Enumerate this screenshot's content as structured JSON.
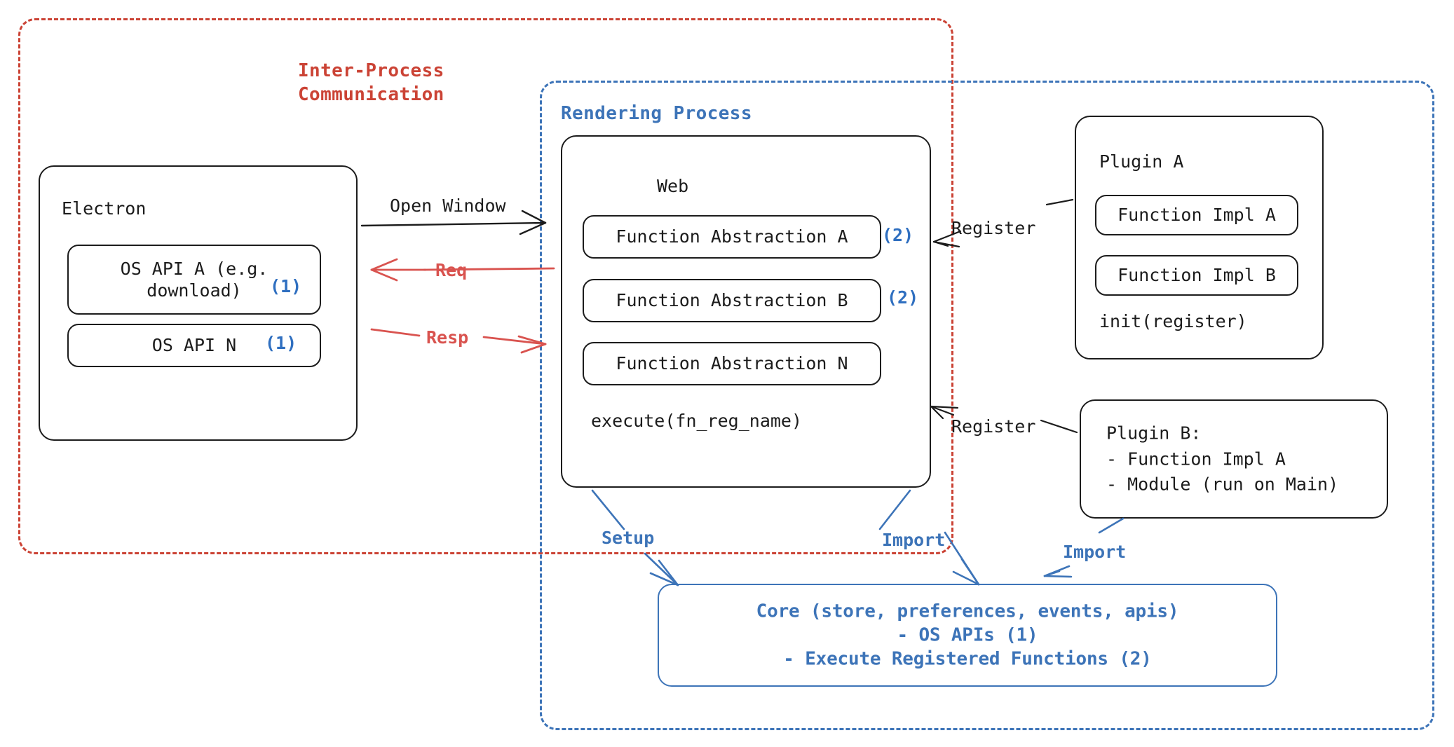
{
  "regions": {
    "ipc": {
      "label": "Inter-Process\nCommunication",
      "color": "#cb4335"
    },
    "rendering": {
      "label": "Rendering Process",
      "color": "#3d74b8"
    }
  },
  "electron": {
    "title": "Electron",
    "apis": [
      {
        "label": "OS API A (e.g.\ndownload)",
        "marker": "(1)"
      },
      {
        "label": "OS API N",
        "marker": "(1)"
      }
    ]
  },
  "web": {
    "title": "Web",
    "abstractions": [
      {
        "label": "Function Abstraction A",
        "marker": "(2)"
      },
      {
        "label": "Function Abstraction B",
        "marker": "(2)"
      },
      {
        "label": "Function Abstraction N",
        "marker": ""
      }
    ],
    "execute": "execute(fn_reg_name)"
  },
  "plugin_a": {
    "title": "Plugin A",
    "impls": [
      {
        "label": "Function Impl A"
      },
      {
        "label": "Function Impl B"
      }
    ],
    "init": "init(register)"
  },
  "plugin_b": {
    "lines": "Plugin B:\n- Function Impl A\n- Module (run on Main)"
  },
  "core": {
    "lines": "Core (store, preferences, events, apis)\n- OS APIs (1)\n- Execute Registered Functions (2)"
  },
  "edges": {
    "open_window": "Open Window",
    "req": "Req",
    "resp": "Resp",
    "register_a": "Register",
    "register_b": "Register",
    "setup": "Setup",
    "import_web": "Import",
    "import_plugin": "Import"
  },
  "colors": {
    "ink": "#1c1c1c",
    "red": "#cb4335",
    "red_arrow": "#d9534f",
    "blue": "#3d74b8",
    "blue_marker": "#2f6fc0"
  }
}
